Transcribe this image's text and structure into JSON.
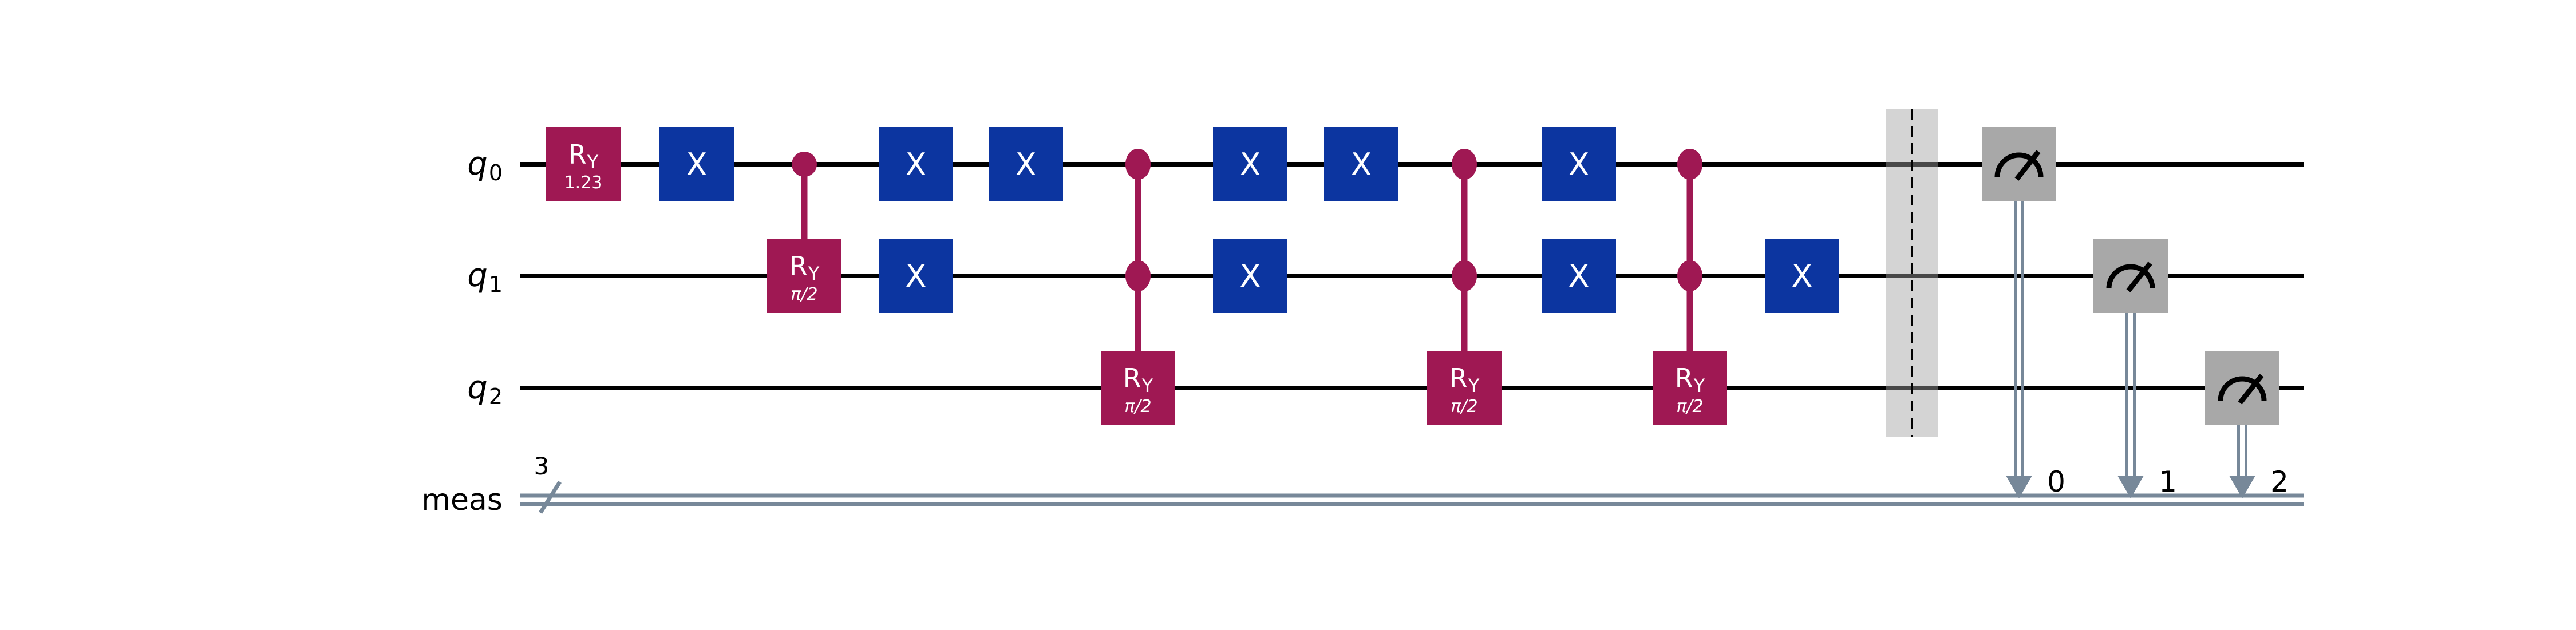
{
  "figure": {
    "type": "quantum-circuit-diagram",
    "renderer_style": "qiskit-mpl-iqp",
    "background": "#ffffff"
  },
  "colors": {
    "qubit_wire": "#000000",
    "classical_wire": "#778899",
    "x_gate_fill": "#0c35a0",
    "ry_gate_fill": "#9f1853",
    "measure_gate_fill": "#a8a8a8",
    "barrier_band": "#a0a0a0",
    "barrier_dash": "#000000",
    "gate_text": "#ffffff",
    "label_text": "#000000"
  },
  "labels": {
    "qubits": [
      {
        "base": "q",
        "sub": "0"
      },
      {
        "base": "q",
        "sub": "1"
      },
      {
        "base": "q",
        "sub": "2"
      }
    ],
    "classical": {
      "name": "meas",
      "bus_size": "3"
    },
    "clbit_targets": [
      "0",
      "1",
      "2"
    ]
  },
  "gates": {
    "x_label": "X",
    "ry_base": "R",
    "ry_sub": "Y",
    "ry_init_param": "1.23",
    "cry_param": "π/2"
  },
  "structure": {
    "num_qubits": 3,
    "classical_register": "meas[3]",
    "columns": [
      {
        "col": 1,
        "gate": "ry(1.23)",
        "on": [
          "q0"
        ]
      },
      {
        "col": 2,
        "gate": "x",
        "on": [
          "q0"
        ]
      },
      {
        "col": 3,
        "gate": "cry(pi/2)",
        "controls": [
          "q0"
        ],
        "target": "q1"
      },
      {
        "col": 4,
        "gate": "x",
        "on": [
          "q0",
          "q1"
        ]
      },
      {
        "col": 5,
        "gate": "x",
        "on": [
          "q0"
        ]
      },
      {
        "col": 6,
        "gate": "ccry(pi/2)",
        "controls": [
          "q0",
          "q1"
        ],
        "target": "q2"
      },
      {
        "col": 7,
        "gate": "x",
        "on": [
          "q0",
          "q1"
        ]
      },
      {
        "col": 8,
        "gate": "x",
        "on": [
          "q0"
        ]
      },
      {
        "col": 9,
        "gate": "ccry(pi/2)",
        "controls": [
          "q0",
          "q1"
        ],
        "target": "q2"
      },
      {
        "col": 10,
        "gate": "x",
        "on": [
          "q0",
          "q1"
        ]
      },
      {
        "col": 11,
        "gate": "ccry(pi/2)",
        "controls": [
          "q0",
          "q1"
        ],
        "target": "q2"
      },
      {
        "col": 12,
        "gate": "x",
        "on": [
          "q1"
        ]
      },
      {
        "col": 13,
        "gate": "barrier",
        "on": [
          "q0",
          "q1",
          "q2"
        ]
      },
      {
        "col": 14,
        "gate": "measure",
        "on": [
          "q0"
        ],
        "to": "meas[0]"
      },
      {
        "col": 15,
        "gate": "measure",
        "on": [
          "q1"
        ],
        "to": "meas[1]"
      },
      {
        "col": 16,
        "gate": "measure",
        "on": [
          "q2"
        ],
        "to": "meas[2]"
      }
    ]
  }
}
